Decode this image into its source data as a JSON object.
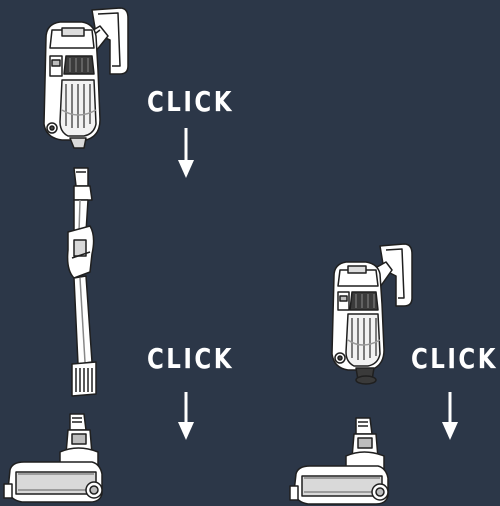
{
  "labels": {
    "click_top": "CLICK",
    "click_bottom_left": "CLICK",
    "click_bottom_right": "CLICK"
  },
  "colors": {
    "background": "#2c3748",
    "outline": "#1f1f1f",
    "body": "#ffffff",
    "shade": "#cfcfcf",
    "arrow": "#ffffff"
  },
  "icons": {
    "handheld_unit": "handheld-vacuum-icon",
    "extension_tube": "extension-tube-icon",
    "floor_head": "floor-brush-head-icon",
    "arrow": "down-arrow-icon"
  }
}
